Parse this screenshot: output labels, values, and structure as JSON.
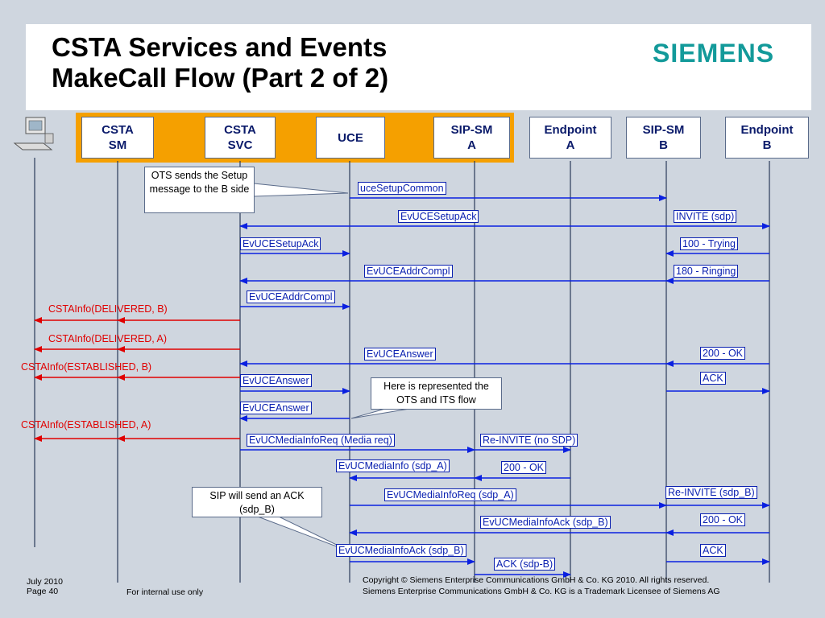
{
  "title": {
    "line1": "CSTA Services and Events",
    "line2": "MakeCall Flow (Part 2 of 2)"
  },
  "logo": "SIEMENS",
  "colors": {
    "highlight": "#f5a000",
    "arrow_blue": "#0a20e0",
    "arrow_red": "#e00000",
    "logo": "#139a9a",
    "background": "#cfd6df"
  },
  "icons": {
    "workstation": "computer-icon"
  },
  "participants": [
    {
      "id": "csta_sm",
      "label": "CSTA\nSM"
    },
    {
      "id": "csta_svc",
      "label": "CSTA\nSVC"
    },
    {
      "id": "uce",
      "label": "UCE"
    },
    {
      "id": "sip_sm_a",
      "label": "SIP-SM\nA"
    },
    {
      "id": "endpoint_a",
      "label": "Endpoint\nA"
    },
    {
      "id": "sip_sm_b",
      "label": "SIP-SM\nB"
    },
    {
      "id": "endpoint_b",
      "label": "Endpoint\nB"
    }
  ],
  "notes": {
    "ots_setup": "OTS sends the Setup message to the B side",
    "ots_its": "Here is represented the OTS and ITS flow",
    "sip_ack": "SIP will send an ACK (sdp_B)"
  },
  "messages": [
    {
      "from": "uce",
      "to": "sip_sm_b",
      "text": "uceSetupCommon"
    },
    {
      "from": "sip_sm_b",
      "to": "csta_svc",
      "text": "EvUCESetupAck"
    },
    {
      "from": "sip_sm_b",
      "to": "endpoint_b",
      "text": "INVITE (sdp)"
    },
    {
      "from": "csta_svc",
      "to": "uce",
      "text": "EvUCESetupAck"
    },
    {
      "from": "endpoint_b",
      "to": "sip_sm_b",
      "text": "100 - Trying"
    },
    {
      "from": "sip_sm_b",
      "to": "csta_svc",
      "text": "EvUCEAddrCompl"
    },
    {
      "from": "endpoint_b",
      "to": "sip_sm_b",
      "text": "180 - Ringing"
    },
    {
      "from": "csta_svc",
      "to": "uce",
      "text": "EvUCEAddrCompl"
    },
    {
      "from": "csta_svc",
      "to": "terminal",
      "text": "CSTAInfo(DELIVERED, B)"
    },
    {
      "from": "csta_svc",
      "to": "terminal",
      "text": "CSTAInfo(DELIVERED, A)"
    },
    {
      "from": "endpoint_b",
      "to": "sip_sm_b",
      "text": "200 - OK"
    },
    {
      "from": "sip_sm_b",
      "to": "csta_svc",
      "text": "EvUCEAnswer"
    },
    {
      "from": "csta_svc",
      "to": "terminal",
      "text": "CSTAInfo(ESTABLISHED, B)"
    },
    {
      "from": "csta_svc",
      "to": "uce",
      "text": "EvUCEAnswer"
    },
    {
      "from": "sip_sm_b",
      "to": "endpoint_b",
      "text": "ACK"
    },
    {
      "from": "uce",
      "to": "csta_svc",
      "text": "EvUCEAnswer"
    },
    {
      "from": "csta_svc",
      "to": "terminal",
      "text": "CSTAInfo(ESTABLISHED, A)"
    },
    {
      "from": "csta_svc",
      "to": "sip_sm_a",
      "text": "EvUCMediaInfoReq (Media req)"
    },
    {
      "from": "sip_sm_a",
      "to": "endpoint_a",
      "text": "Re-INVITE (no SDP)"
    },
    {
      "from": "sip_sm_a",
      "to": "uce",
      "text": "EvUCMediaInfo (sdp_A)"
    },
    {
      "from": "endpoint_a",
      "to": "sip_sm_a",
      "text": "200 - OK"
    },
    {
      "from": "uce",
      "to": "sip_sm_b",
      "text": "EvUCMediaInfoReq (sdp_A)"
    },
    {
      "from": "sip_sm_b",
      "to": "endpoint_b",
      "text": "Re-INVITE (sdp_B)"
    },
    {
      "from": "sip_sm_b",
      "to": "uce",
      "text": "EvUCMediaInfoAck (sdp_B)"
    },
    {
      "from": "endpoint_b",
      "to": "sip_sm_b",
      "text": "200 - OK"
    },
    {
      "from": "uce",
      "to": "sip_sm_a",
      "text": "EvUCMediaInfoAck (sdp_B)"
    },
    {
      "from": "sip_sm_b",
      "to": "endpoint_b",
      "text": "ACK"
    },
    {
      "from": "sip_sm_a",
      "to": "endpoint_a",
      "text": "ACK (sdp-B)"
    }
  ],
  "footer": {
    "date": "July 2010",
    "page": "Page 40",
    "internal": "For internal use only",
    "copyright1": "Copyright © Siemens Enterprise Communications GmbH & Co. KG 2010. All rights reserved.",
    "copyright2": "Siemens Enterprise Communications GmbH & Co. KG is a Trademark Licensee of Siemens AG"
  }
}
